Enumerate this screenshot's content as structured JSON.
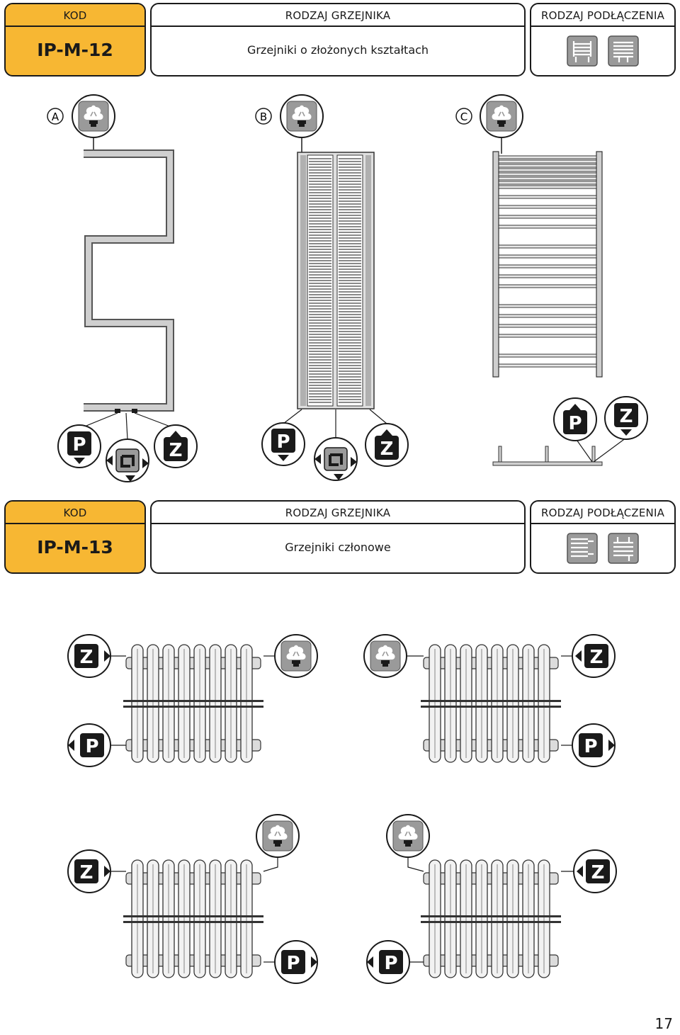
{
  "page_number": "17",
  "sections": [
    {
      "kod_label": "KOD",
      "kod_value": "IP-M-12",
      "type_label": "RODZAJ GRZEJNIKA",
      "type_value": "Grzejniki o złożonych kształtach",
      "conn_label": "RODZAJ PODŁĄCZENIA",
      "conn_icons": [
        "towel-radiator-bottom-connection-icon",
        "towel-radiator-bottom-connection-alt-icon"
      ]
    },
    {
      "kod_label": "KOD",
      "kod_value": "IP-M-13",
      "type_label": "RODZAJ GRZEJNIKA",
      "type_value": "Grzejniki członowe",
      "conn_label": "RODZAJ PODŁĄCZENIA",
      "conn_icons": [
        "radiator-side-connection-icon",
        "radiator-top-connection-icon"
      ]
    }
  ],
  "variants": [
    "A",
    "B",
    "C"
  ],
  "badges": {
    "supply": "P",
    "return": "Z"
  }
}
